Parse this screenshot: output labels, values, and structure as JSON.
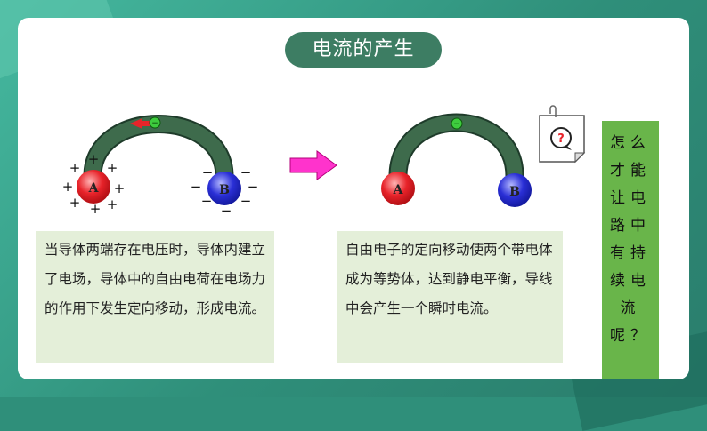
{
  "slide": {
    "title": "电流的产生",
    "left_text": "当导体两端存在电压时，导体内建立了电场，导体中的自由电荷在电场力的作用下发生定向移动，形成电流。",
    "mid_text": "自由电子的定向移动使两个带电体成为等势体，达到静电平衡，导线中会产生一个瞬时电流。",
    "question_text": "怎么才能让电路中有持续电流呢？"
  },
  "diagram": {
    "left": {
      "sphere_a": "A",
      "sphere_b": "B",
      "plus": "+",
      "minus": "−",
      "electron": "−"
    },
    "right": {
      "sphere_a": "A",
      "sphere_b": "B",
      "electron": "−"
    },
    "note_symbol": "?"
  },
  "colors": {
    "background": "#2f8f7a",
    "title_pill": "#3d7d63",
    "textbox": "#e4efd9",
    "question_box": "#69b54a",
    "conductor": "#3e6b4c",
    "arrow": "#ff33cc",
    "sphere_a": "#e8232a",
    "sphere_b": "#2a2fd6"
  }
}
